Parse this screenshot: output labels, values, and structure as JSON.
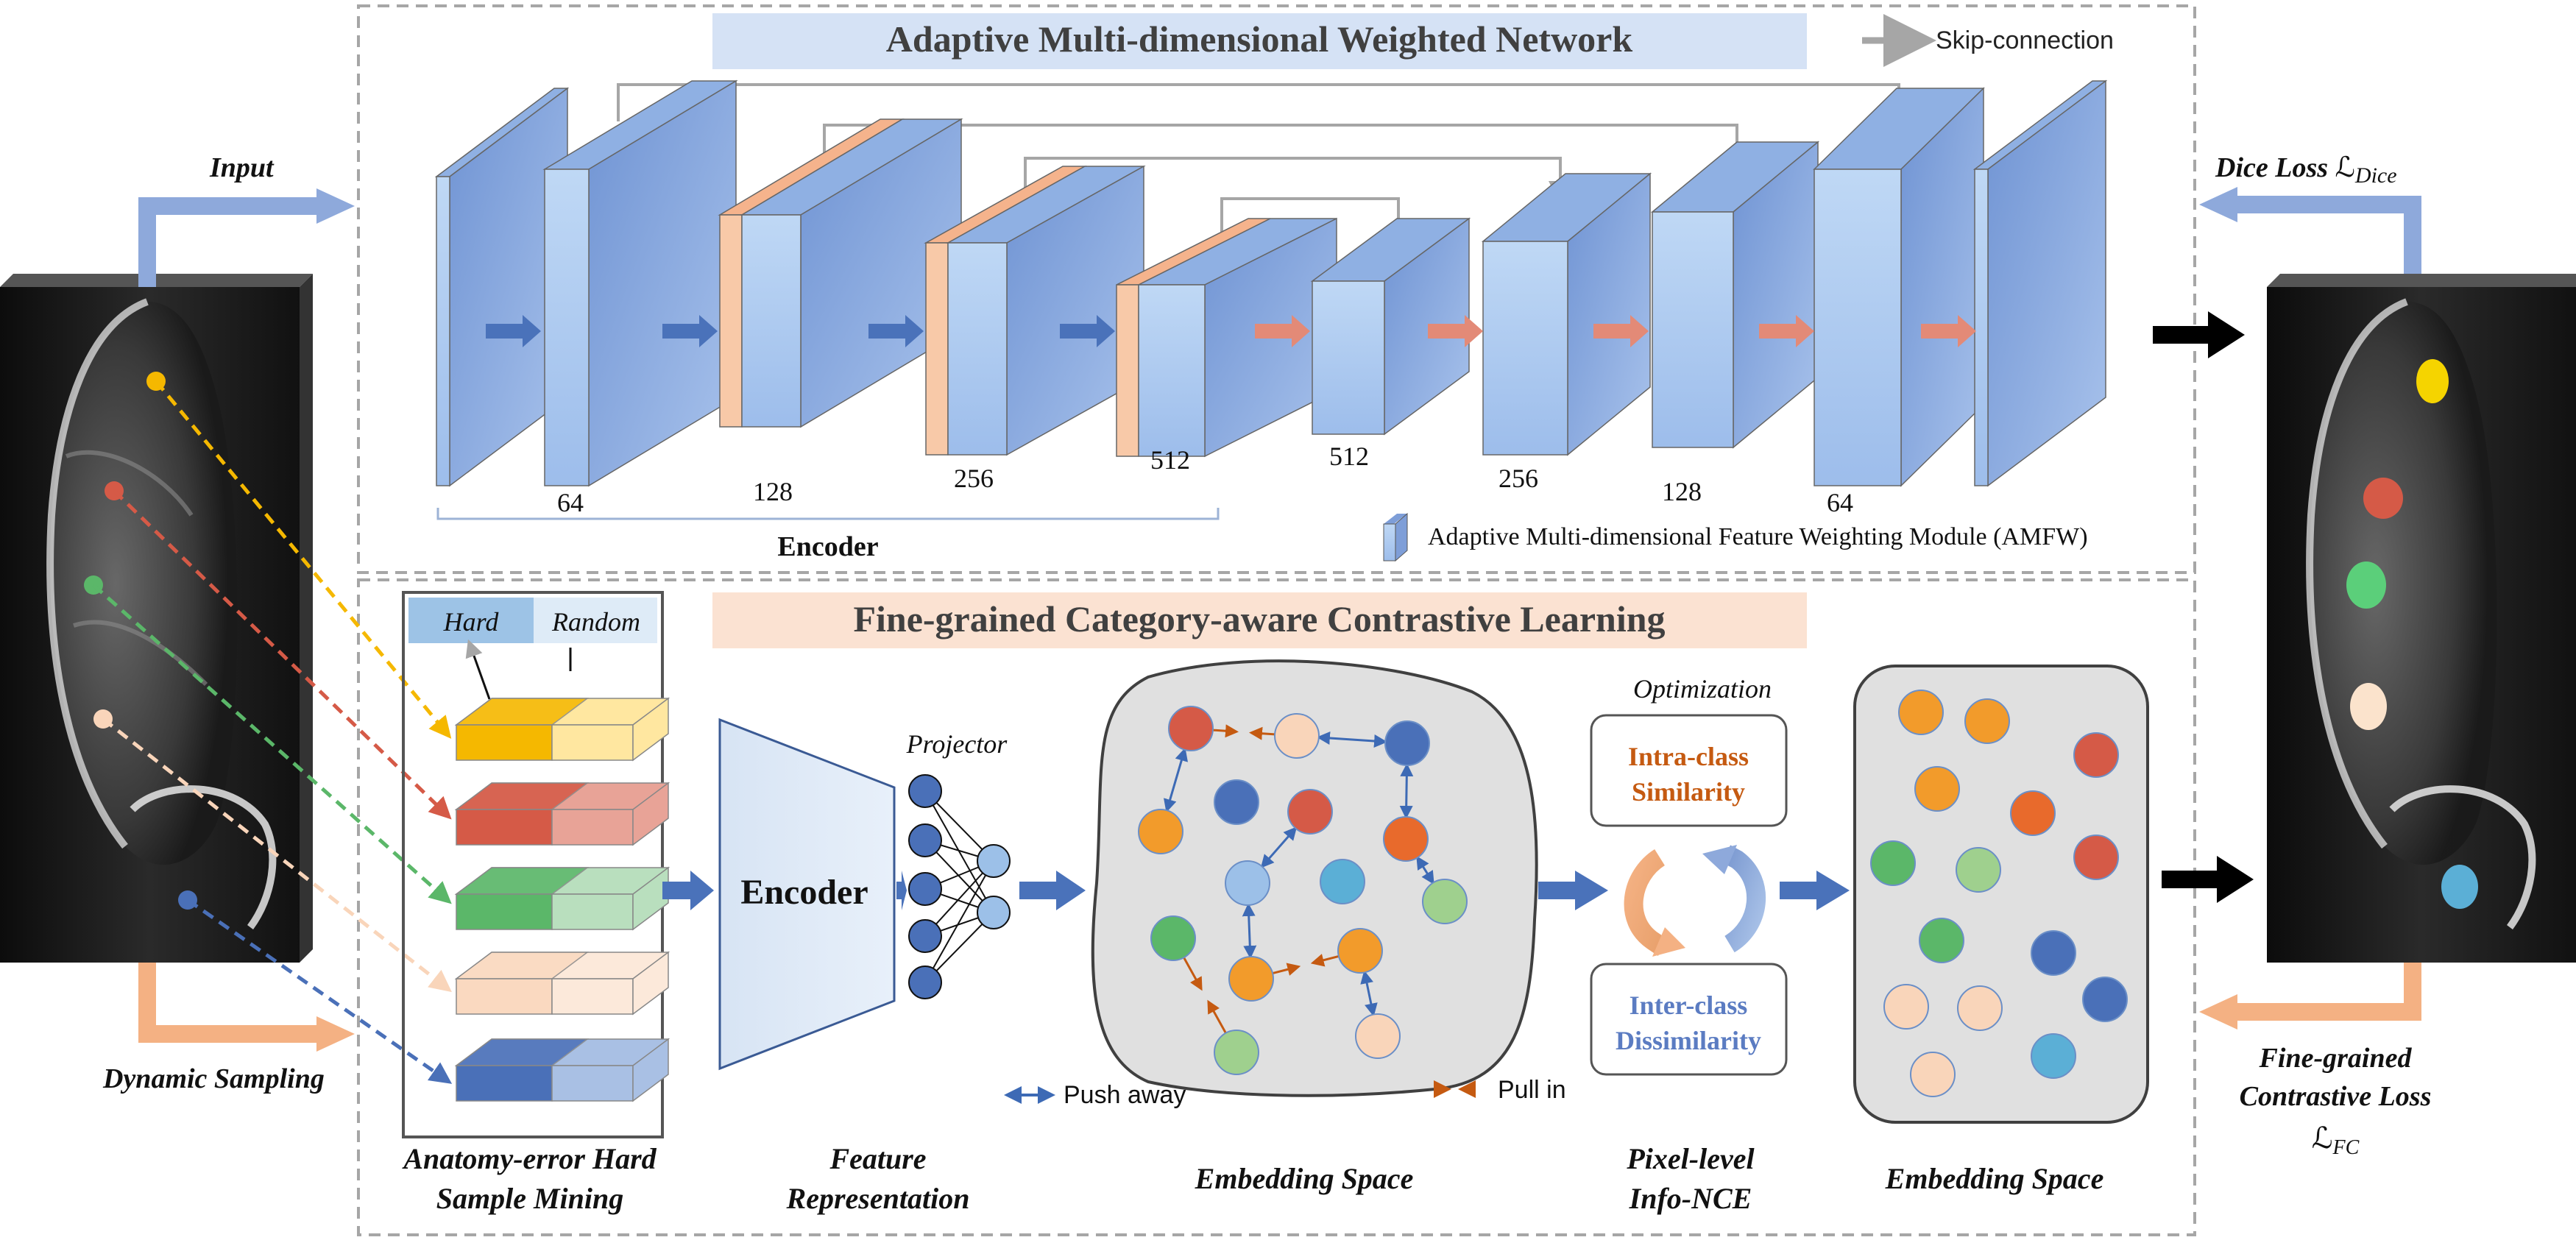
{
  "top_panel": {
    "title": "Adaptive Multi-dimensional Weighted Network",
    "skip_legend": "Skip-connection",
    "encoder_label": "Encoder",
    "channels": [
      "64",
      "128",
      "256",
      "512",
      "512",
      "256",
      "128",
      "64"
    ],
    "amfw_legend": "Adaptive Multi-dimensional Feature Weighting Module (AMFW)"
  },
  "bottom_panel": {
    "title": "Fine-grained Category-aware Contrastive Learning",
    "hard_label": "Hard",
    "random_label": "Random",
    "encoder_block": "Encoder",
    "projector_label": "Projector",
    "push_away": "Push away",
    "pull_in": "Pull in",
    "optimization_label": "Optimization",
    "intra_class": [
      "Intra-class",
      "Similarity"
    ],
    "inter_class": [
      "Inter-class",
      "Dissimilarity"
    ],
    "captions": {
      "hard_sample": [
        "Anatomy-error Hard",
        "Sample Mining"
      ],
      "feature_rep": [
        "Feature",
        "Representation"
      ],
      "embed_1": [
        "Embedding Space"
      ],
      "info_nce": [
        "Pixel-level",
        "Info-NCE"
      ],
      "embed_2": [
        "Embedding Space"
      ]
    }
  },
  "side_labels": {
    "input": "Input",
    "dynamic_sampling": "Dynamic Sampling",
    "dice_loss_text": "Dice Loss ",
    "dice_loss_symbol": "ℒ",
    "dice_loss_sub": "Dice",
    "fc_loss": [
      "Fine-grained",
      "Contrastive Loss"
    ],
    "fc_symbol": "ℒ",
    "fc_sub": "FC"
  },
  "colors": {
    "yellow": "#F5B800",
    "red": "#D55A47",
    "green": "#5BB769",
    "peach": "#F9D5BA",
    "blue": "#4A70B8",
    "orange": "#F29B2B",
    "dark_orange": "#E86A2C",
    "light_blue": "#9CC0E8",
    "cyan": "#5BAFD6",
    "light_green": "#9FD08E",
    "cube_front": "#A8C8EE",
    "cube_side": "#7E9ED8",
    "title_bar_top": "#D5E2F5",
    "title_bar_bottom": "#FBE2D2"
  }
}
